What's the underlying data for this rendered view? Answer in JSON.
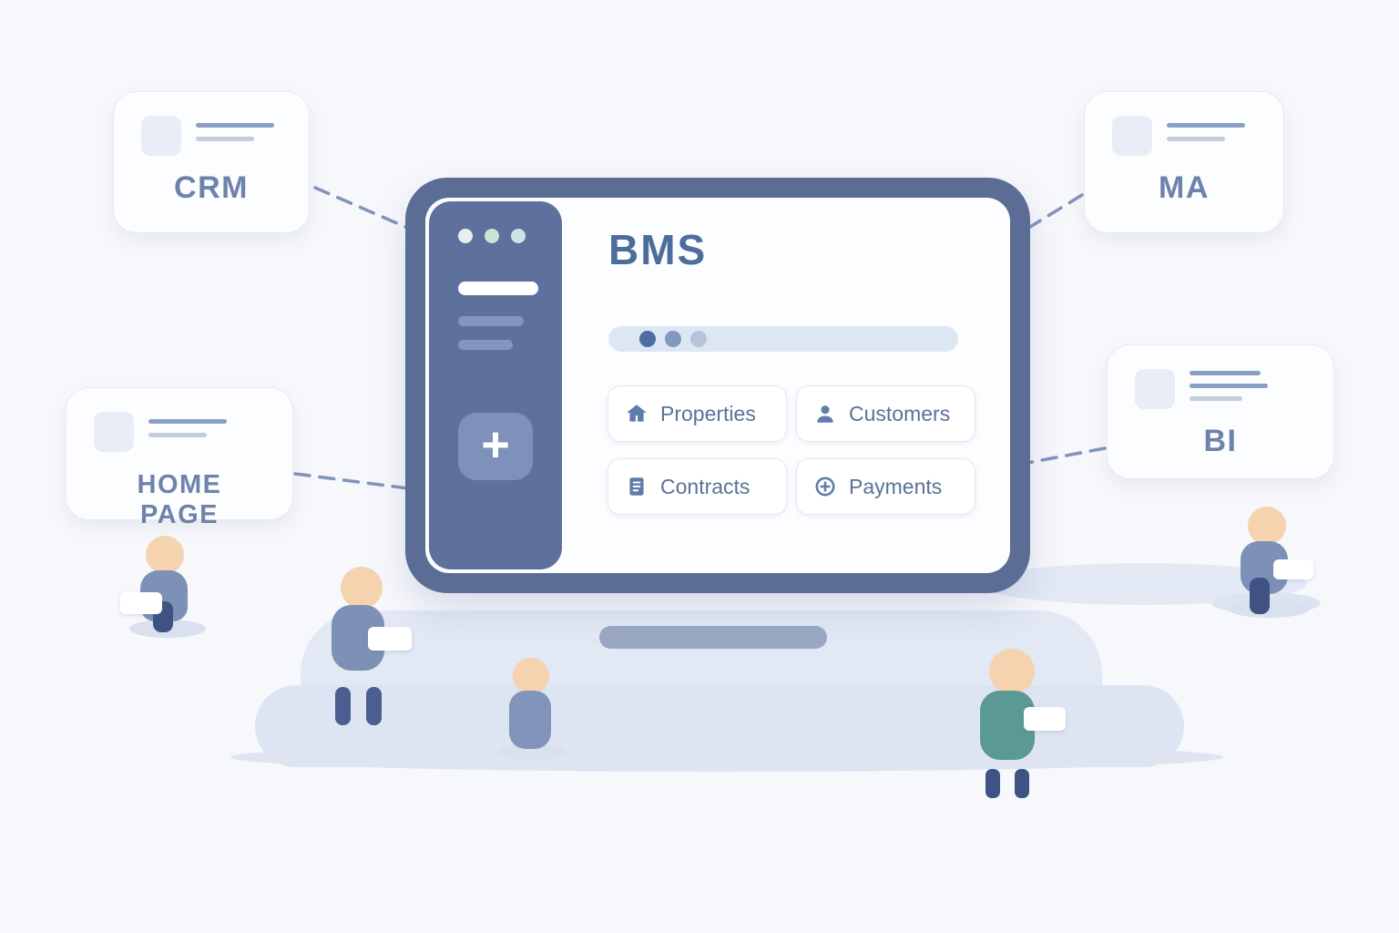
{
  "colors": {
    "background": "#f7f8fc",
    "monitor_frame": "#5b6d95",
    "sidebar": "#5e709c",
    "title_text": "#4e6c9c",
    "card_label_text": "#6e83ab",
    "icon_blue": "#5f7cab",
    "connector": "#7f95b9",
    "floor_blob": "#dfe6f3",
    "teal_dot": "#c8e5d8"
  },
  "cards": [
    {
      "id": "crm",
      "label": "CRM"
    },
    {
      "id": "ma",
      "label": "MA"
    },
    {
      "id": "home-page",
      "label": "HOME PAGE"
    },
    {
      "id": "bi",
      "label": "BI"
    }
  ],
  "screen": {
    "title": "BMS",
    "sidebar": {
      "plus_label": "+"
    },
    "buttons": [
      {
        "icon": "home-icon",
        "label": "Properties"
      },
      {
        "icon": "user-icon",
        "label": "Customers"
      },
      {
        "icon": "document-icon",
        "label": "Contracts"
      },
      {
        "icon": "plus-circle-icon",
        "label": "Payments"
      }
    ]
  }
}
